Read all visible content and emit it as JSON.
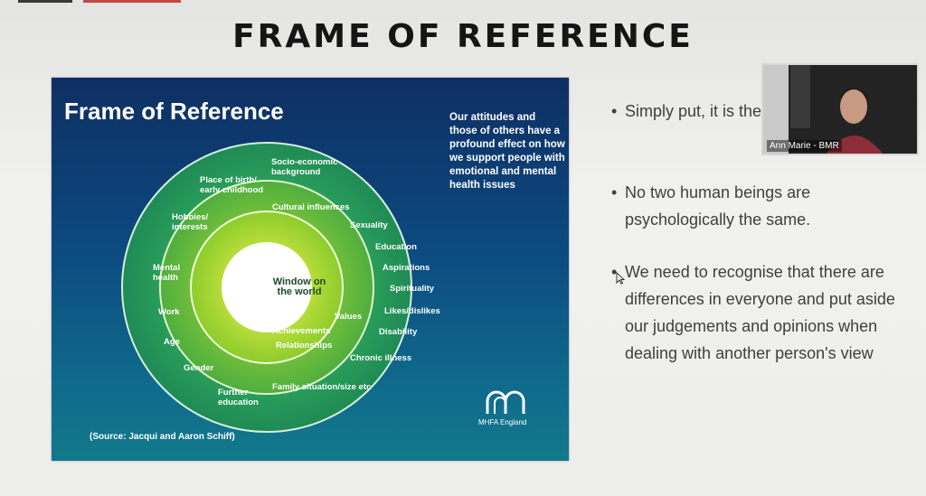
{
  "slide": {
    "title": "FRAME OF REFERENCE",
    "bullets": [
      {
        "text": "Simply put, it is the world and h"
      },
      {
        "text": "No two human beings are psychologically the same."
      },
      {
        "text": "We need to recognise that there are differences in everyone and put aside our judgements and opinions when dealing with another person's view"
      }
    ]
  },
  "graphic": {
    "title": "Frame of Reference",
    "intro": "Our attitudes and those of others have a profound effect on how we support people with emotional and mental health issues",
    "center": [
      "Window on",
      "the world"
    ],
    "outer_ring": [
      [
        "Socio-economic",
        "background"
      ],
      [
        "Place of birth/",
        "early childhood"
      ],
      [
        "Hobbies/",
        "interests"
      ],
      [
        "Mental",
        "health"
      ],
      [
        "Work"
      ],
      [
        "Age"
      ],
      [
        "Gender"
      ],
      [
        "Further",
        "education"
      ]
    ],
    "middle_ring": [
      [
        "Cultural influences"
      ],
      [
        "Sexuality"
      ],
      [
        "Education"
      ],
      [
        "Aspirations"
      ],
      [
        "Spirituality"
      ],
      [
        "Likes/dislikes"
      ],
      [
        "Disability"
      ],
      [
        "Chronic illness"
      ],
      [
        "Family situation/size etc"
      ]
    ],
    "inner_ring": [
      [
        "Values"
      ],
      [
        "Achievements"
      ],
      [
        "Relationships"
      ]
    ],
    "source": "(Source: Jacqui and Aaron Schiff)",
    "logo_text": "MHFA England"
  },
  "video": {
    "participant_name": "Ann Marie - BMR"
  },
  "colors": {
    "title_text": "#151515",
    "bullet_text": "#3f3f3f",
    "graphic_bg": "#0c4a80",
    "ring_outer": "#28a353",
    "ring_middle": "#58b83c",
    "ring_inner": "#8ccc2c",
    "center_fill": "#ffffff"
  }
}
